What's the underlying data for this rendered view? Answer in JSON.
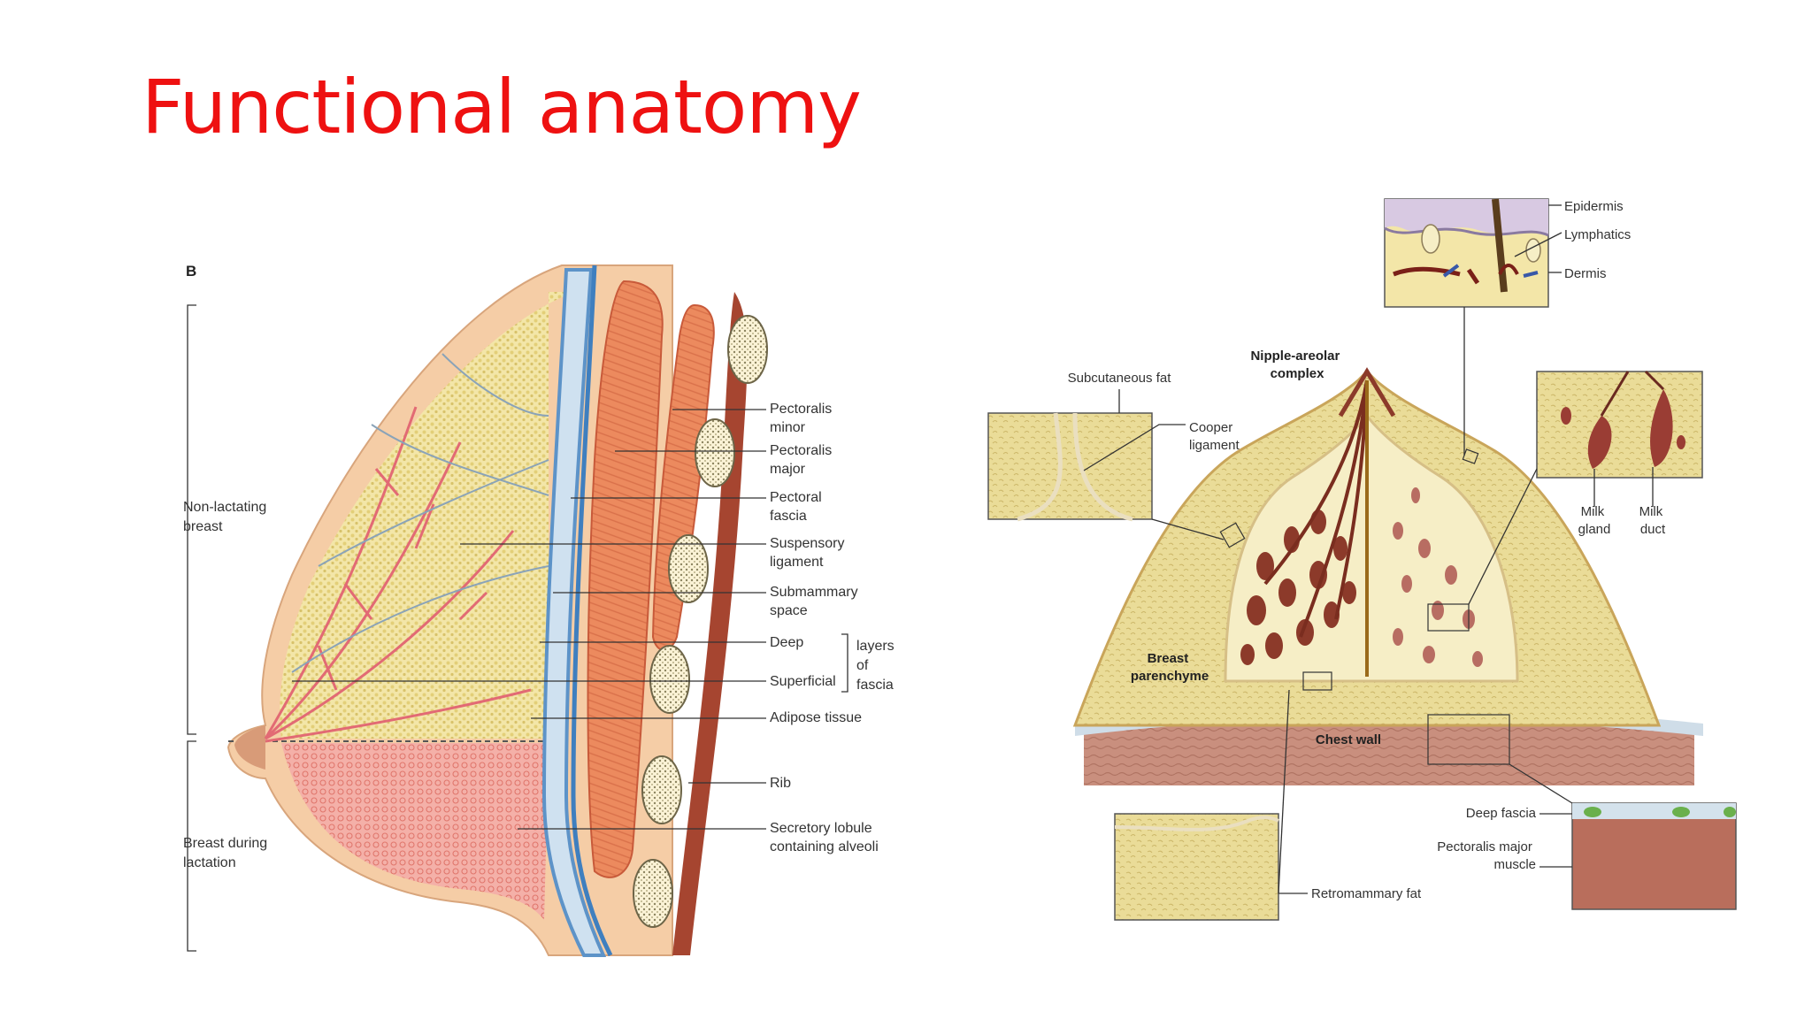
{
  "slide": {
    "title": "Functional anatomy",
    "title_color": "#ee1111"
  },
  "left_diagram": {
    "panel_letter": "B",
    "left_labels": {
      "non_lactating": [
        "Non-lactating",
        "breast"
      ],
      "lactation": [
        "Breast during",
        "lactation"
      ]
    },
    "labels": [
      {
        "lines": [
          "Pectoralis",
          "minor"
        ]
      },
      {
        "lines": [
          "Pectoralis",
          "major"
        ]
      },
      {
        "lines": [
          "Pectoral",
          "fascia"
        ]
      },
      {
        "lines": [
          "Suspensory",
          "ligament"
        ]
      },
      {
        "lines": [
          "Submammary",
          "space"
        ]
      },
      {
        "lines": [
          "Deep"
        ]
      },
      {
        "lines": [
          "Superficial"
        ]
      },
      {
        "lines": [
          "Adipose tissue"
        ]
      },
      {
        "lines": [
          "Rib"
        ]
      },
      {
        "lines": [
          "Secretory lobule",
          "containing alveoli"
        ]
      }
    ],
    "fascia_bracket": [
      "layers",
      "of",
      "fascia"
    ]
  },
  "right_diagram": {
    "labels": {
      "epidermis": "Epidermis",
      "lymphatics": "Lymphatics",
      "dermis": "Dermis",
      "nipple_areolar": [
        "Nipple-areolar",
        "complex"
      ],
      "subcutaneous_fat": "Subcutaneous fat",
      "cooper_ligament": [
        "Cooper",
        "ligament"
      ],
      "milk_gland": [
        "Milk",
        "gland"
      ],
      "milk_duct": [
        "Milk",
        "duct"
      ],
      "breast_parenchyme": [
        "Breast",
        "parenchyme"
      ],
      "chest_wall": "Chest wall",
      "deep_fascia": "Deep fascia",
      "pectoralis_major_muscle": [
        "Pectoralis major",
        "muscle"
      ],
      "retromammary_fat": "Retromammary fat"
    }
  }
}
